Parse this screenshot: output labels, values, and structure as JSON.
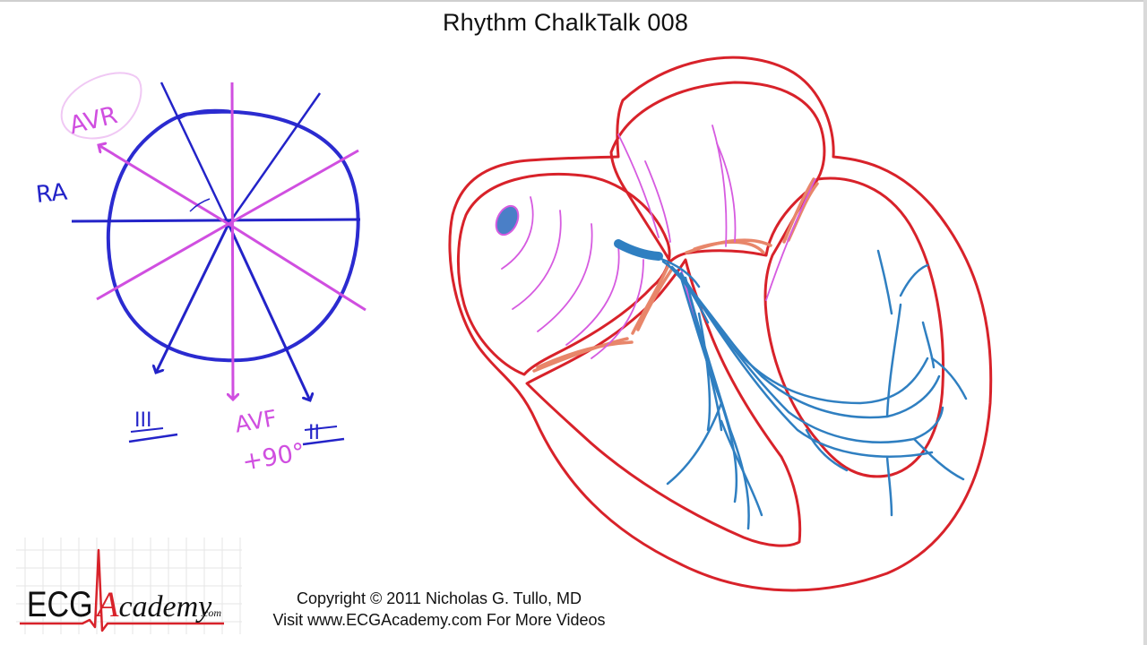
{
  "slide": {
    "title": "Rhythm ChalkTalk 008"
  },
  "axis_diagram": {
    "labels": {
      "avr": "AVR",
      "ra": "RA",
      "lead3": "III",
      "avf": "AVF",
      "plus90": "+90°",
      "lead2": "II"
    },
    "colors": {
      "circle": "#2b2bd0",
      "magenta": "#d04fe0",
      "blue": "#2323c8"
    }
  },
  "heart_diagram": {
    "colors": {
      "outline": "#d8222a",
      "conduction": "#2f7fc1",
      "fibers": "#d65be0",
      "valves": "#e8866a"
    }
  },
  "footer": {
    "copyright_line1": "Copyright © 2011 Nicholas G. Tullo, MD",
    "copyright_line2": "Visit www.ECGAcademy.com For More Videos",
    "logo": {
      "ecg": "ECG",
      "academy": "Academy",
      "dotcom": ".com",
      "colors": {
        "text": "#111111",
        "trace": "#d8222a",
        "grid": "#e6e6e6"
      }
    }
  }
}
